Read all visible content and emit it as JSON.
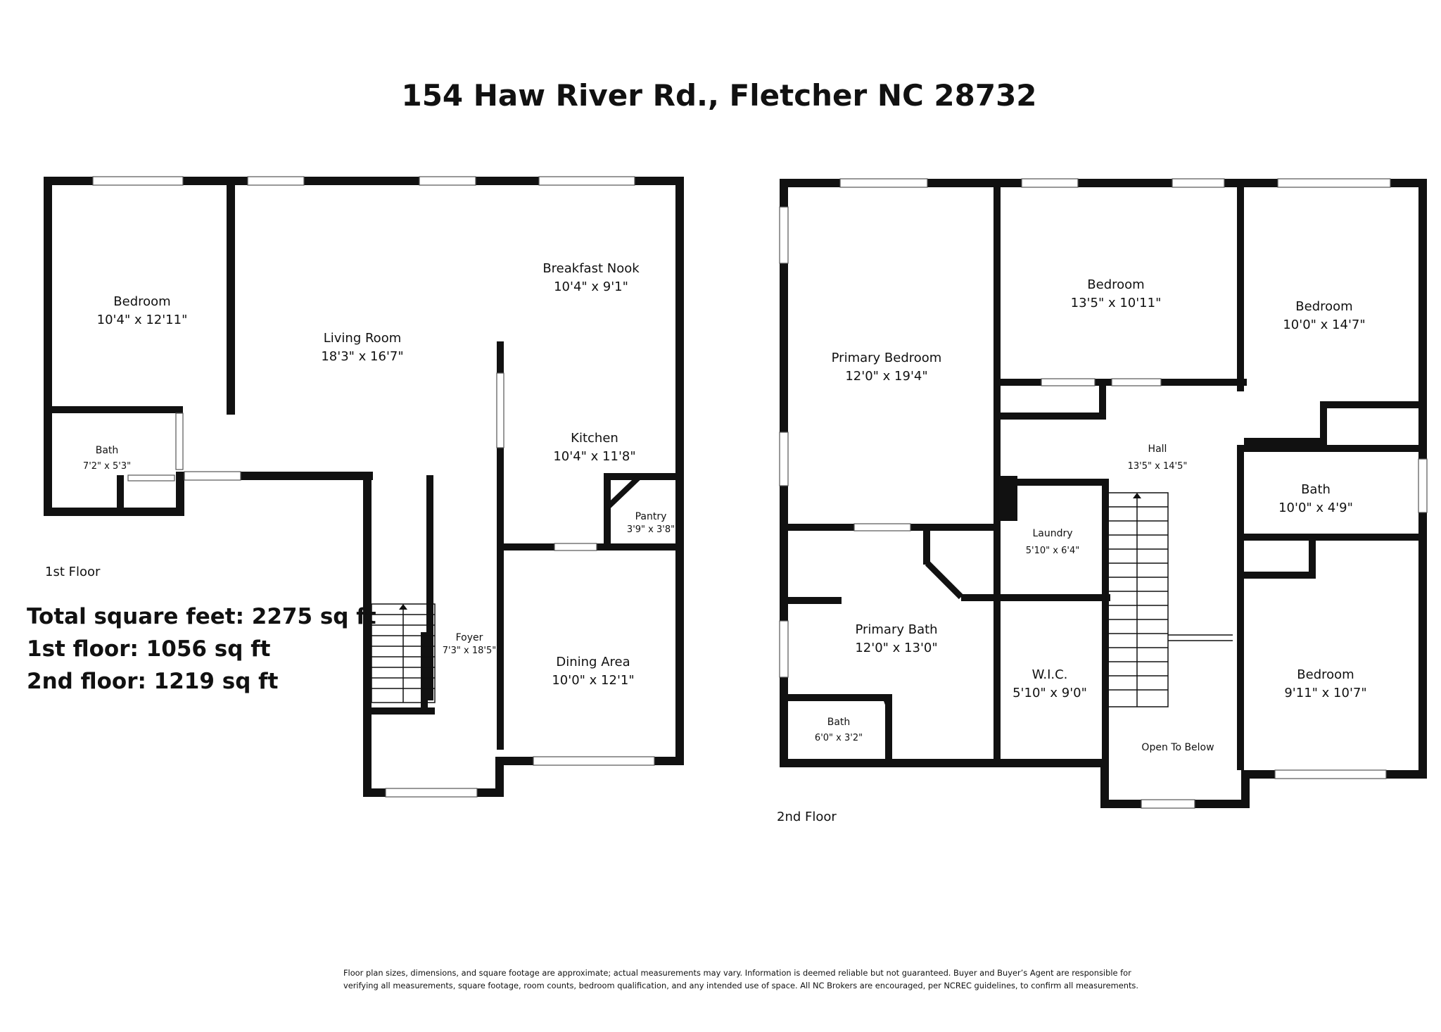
{
  "title": "154 Haw River Rd., Fletcher NC 28732",
  "floors": [
    {
      "label": "1st Floor",
      "rooms": [
        {
          "name": "Bedroom",
          "dims": "10'4\" x 12'11\""
        },
        {
          "name": "Living Room",
          "dims": "18'3\" x 16'7\""
        },
        {
          "name": "Breakfast Nook",
          "dims": "10'4\" x 9'1\""
        },
        {
          "name": "Kitchen",
          "dims": "10'4\" x 11'8\""
        },
        {
          "name": "Pantry",
          "dims": "3'9\" x 3'8\""
        },
        {
          "name": "Bath",
          "dims": "7'2\" x 5'3\""
        },
        {
          "name": "Foyer",
          "dims": "7'3\" x 18'5\""
        },
        {
          "name": "Dining Area",
          "dims": "10'0\" x 12'1\""
        }
      ]
    },
    {
      "label": "2nd Floor",
      "rooms": [
        {
          "name": "Primary Bedroom",
          "dims": "12'0\" x 19'4\""
        },
        {
          "name": "Bedroom",
          "dims": "13'5\" x 10'11\""
        },
        {
          "name": "Bedroom",
          "dims": "10'0\" x 14'7\""
        },
        {
          "name": "Hall",
          "dims": "13'5\" x 14'5\""
        },
        {
          "name": "Bath",
          "dims": "10'0\" x 4'9\""
        },
        {
          "name": "Laundry",
          "dims": "5'10\" x 6'4\""
        },
        {
          "name": "Primary Bath",
          "dims": "12'0\" x 13'0\""
        },
        {
          "name": "W.I.C.",
          "dims": "5'10\" x 9'0\""
        },
        {
          "name": "Bath",
          "dims": "6'0\" x 3'2\""
        },
        {
          "name": "Open To Below",
          "dims": ""
        },
        {
          "name": "Bedroom",
          "dims": "9'11\" x 10'7\""
        }
      ]
    }
  ],
  "totals": {
    "total": "Total square feet: 2275 sq ft",
    "first": "1st floor: 1056 sq ft",
    "second": "2nd floor: 1219 sq ft"
  },
  "disclaimer": [
    "Floor plan sizes, dimensions, and square footage are approximate; actual measurements may vary. Information is deemed reliable but not guaranteed. Buyer and Buyer’s Agent are responsible for",
    "verifying all measurements, square footage, room counts, bedroom qualification, and any intended use of space. All NC Brokers are encouraged, per NCREC guidelines, to confirm all measurements."
  ]
}
